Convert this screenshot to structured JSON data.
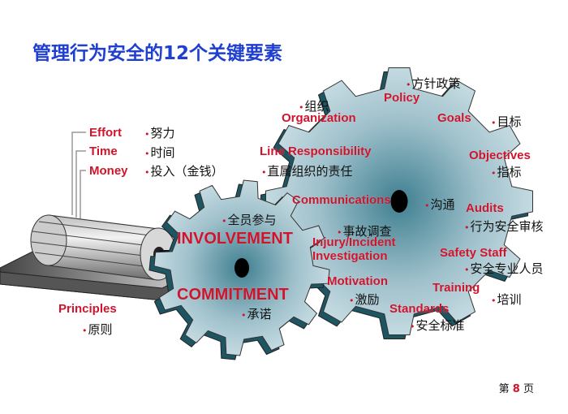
{
  "title": "管理行为安全的12个关键要素",
  "resources": [
    {
      "en": "Effort",
      "cn": "努力"
    },
    {
      "en": "Time",
      "cn": "时间"
    },
    {
      "en": "Money",
      "cn": "投入（金钱）"
    }
  ],
  "principles": {
    "en": "Principles",
    "cn": "原则"
  },
  "small_gear": {
    "involvement": {
      "en": "INVOLVEMENT",
      "cn": "全员参与"
    },
    "commitment": {
      "en": "COMMITMENT",
      "cn": "承诺"
    }
  },
  "large_gear": {
    "policy": {
      "en": "Policy",
      "cn": "方针政策"
    },
    "organization": {
      "en": "Organization",
      "cn": "组织"
    },
    "goals": {
      "en": "Goals",
      "cn": "目标"
    },
    "line": {
      "en": "Line Responsibility",
      "cn": "直属组织的责任"
    },
    "objectives": {
      "en": "Objectives",
      "cn": "指标"
    },
    "communications": {
      "en": "Communications",
      "cn": "沟通"
    },
    "audits": {
      "en": "Audits",
      "cn": "行为安全审核"
    },
    "injury": {
      "en1": "Injury/Incident",
      "en2": "Investigation",
      "cn": "事故调查"
    },
    "safety": {
      "en": "Safety Staff",
      "cn": "安全专业人员"
    },
    "motivation": {
      "en": "Motivation",
      "cn": "激励"
    },
    "training": {
      "en": "Training",
      "cn": "培训"
    },
    "standards": {
      "en": "Standards",
      "cn": "安全标准"
    }
  },
  "page": {
    "prefix": "第",
    "number": "8",
    "suffix": "页"
  },
  "colors": {
    "title": "#1e3fd0",
    "label": "#d0142c",
    "gear_edge": "#1d5563"
  }
}
